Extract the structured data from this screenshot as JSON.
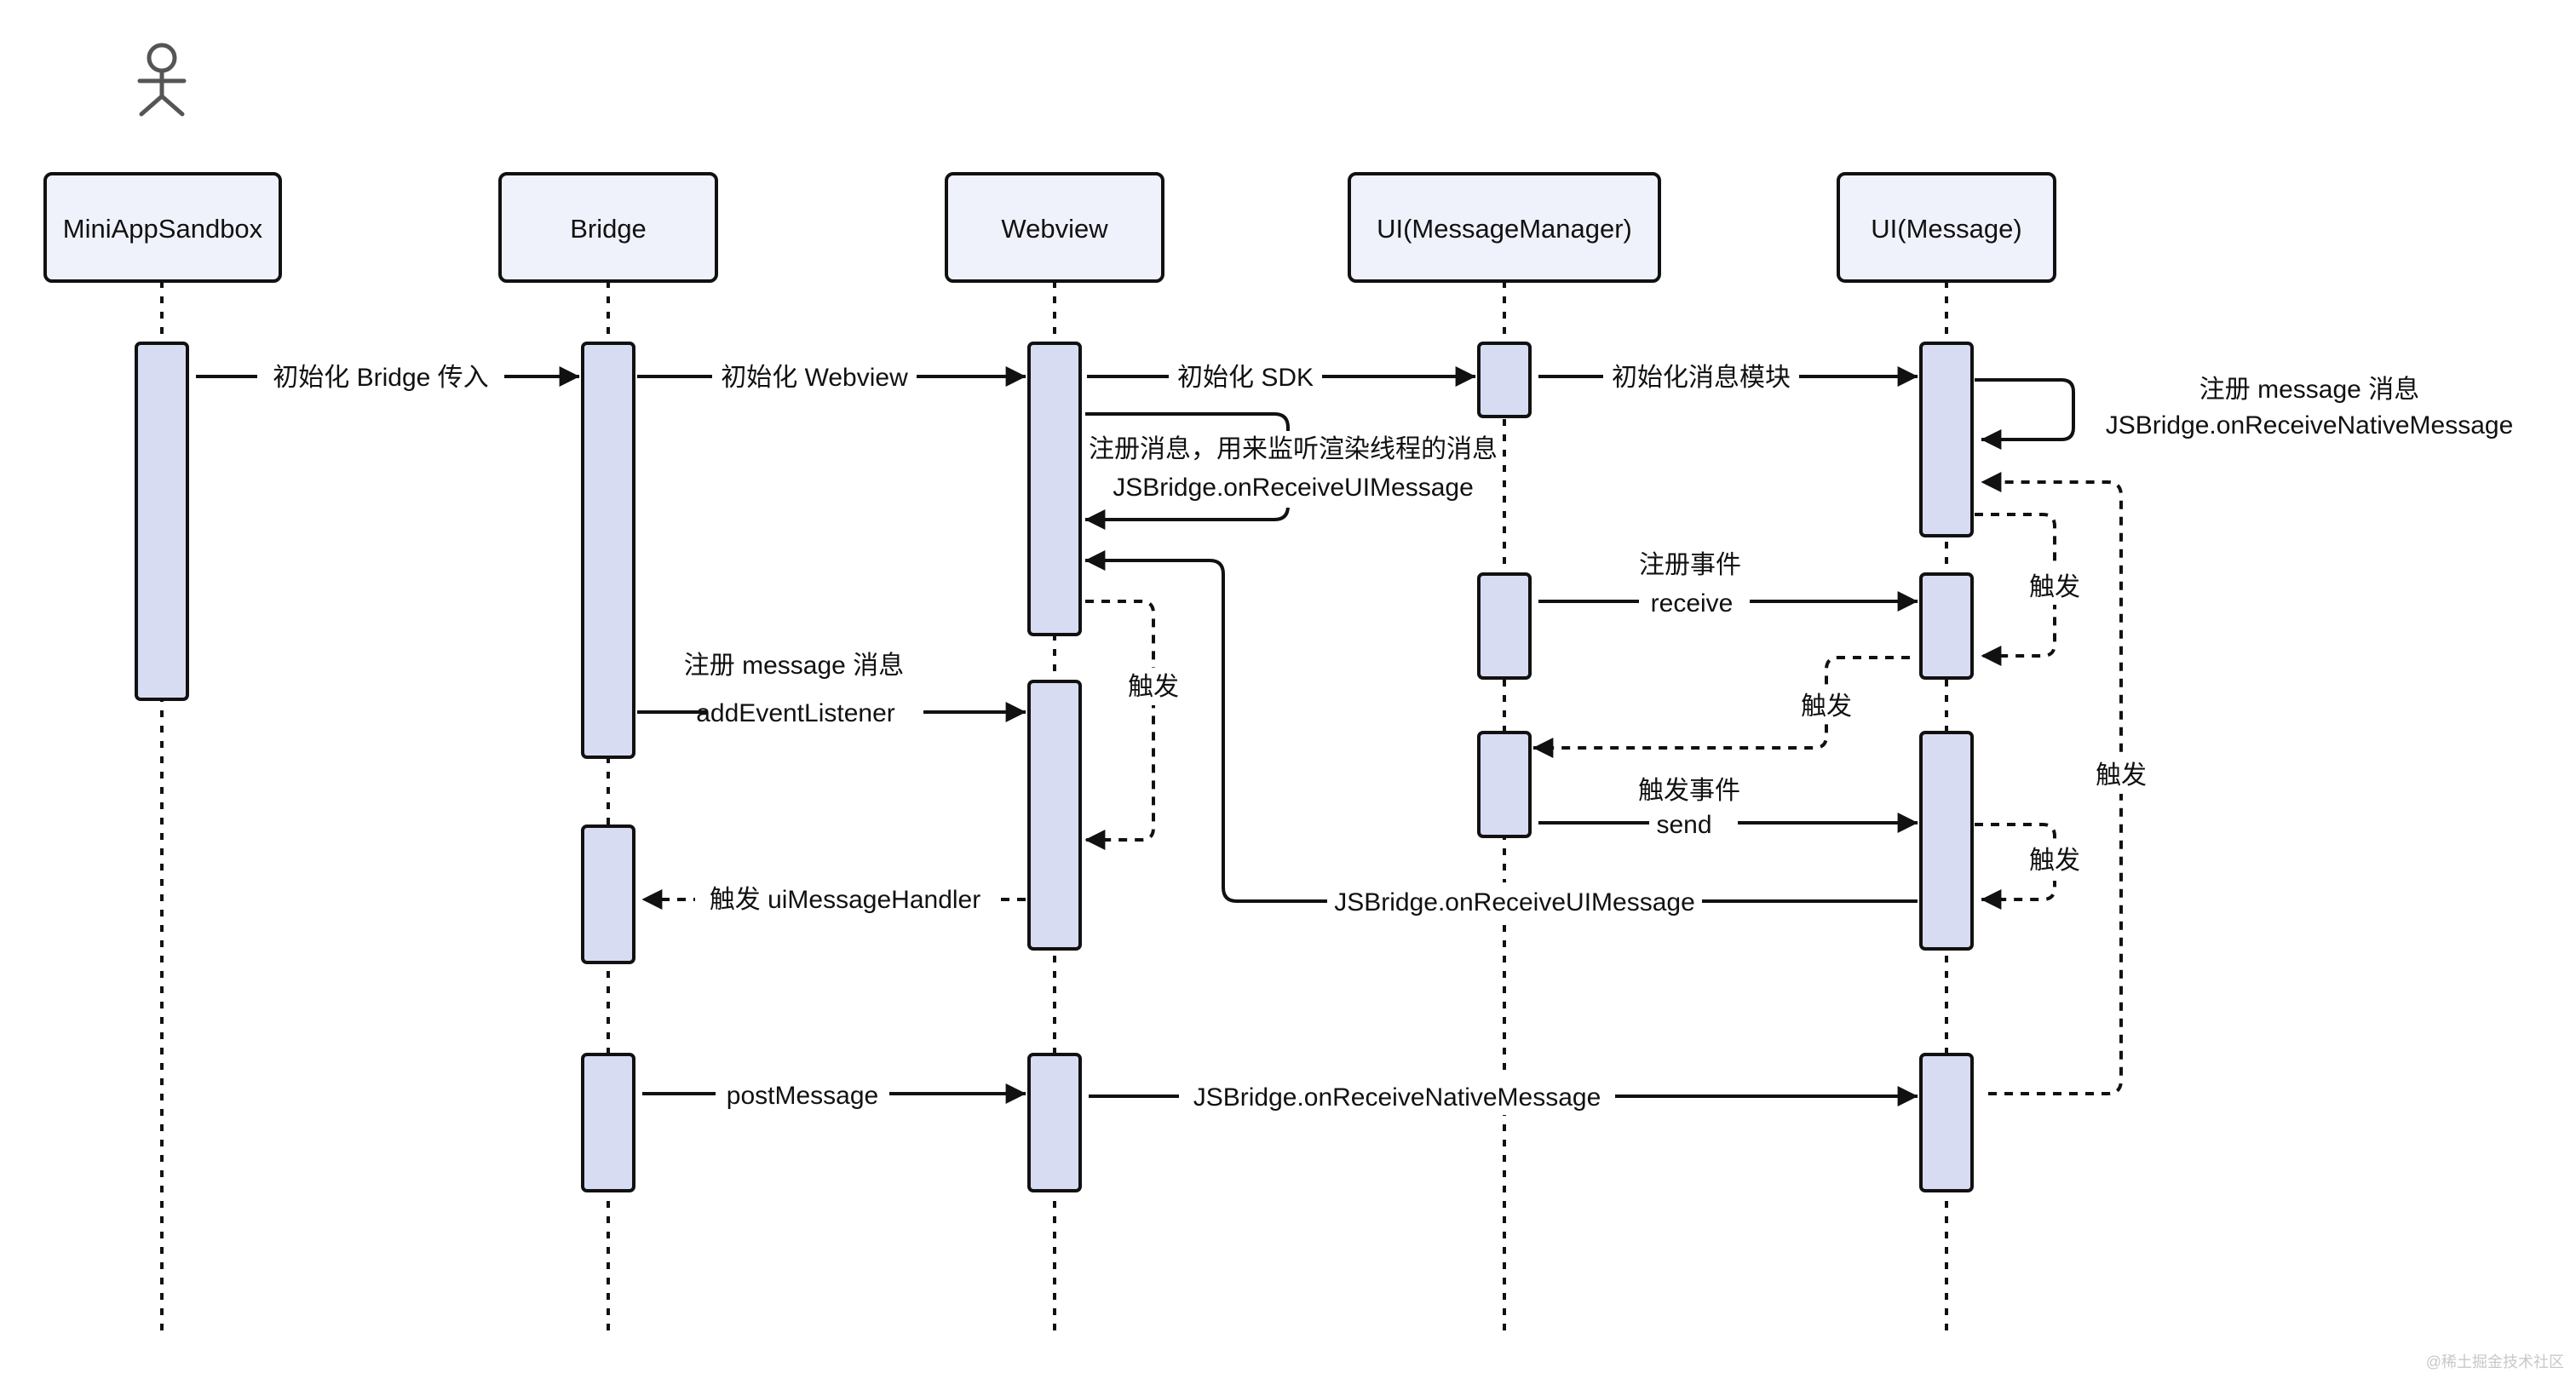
{
  "participants": [
    {
      "id": "sandbox",
      "label": "MiniAppSandbox"
    },
    {
      "id": "bridge",
      "label": "Bridge"
    },
    {
      "id": "webview",
      "label": "Webview"
    },
    {
      "id": "manager",
      "label": "UI(MessageManager)"
    },
    {
      "id": "message",
      "label": "UI(Message)"
    }
  ],
  "messages": {
    "init_bridge": "初始化 Bridge 传入",
    "init_webview": "初始化 Webview",
    "init_sdk": "初始化 SDK",
    "init_msg_module": "初始化消息模块",
    "reg_msg_native_1": "注册 message 消息",
    "reg_msg_native_2": "JSBridge.onReceiveNativeMessage",
    "reg_ui_msg_1": "注册消息，用来监听渲染线程的消息",
    "reg_ui_msg_2": "JSBridge.onReceiveUIMessage",
    "reg_event_1": "注册事件",
    "reg_event_2": "receive",
    "trigger_msg_self": "触发",
    "trigger_receive": "触发",
    "reg_listener_1": "注册 message 消息",
    "reg_listener_2": "addEventListener",
    "trigger_webview": "触发",
    "trigger_send_1": "触发事件",
    "trigger_send_2": "send",
    "trigger_msg_lower": "触发",
    "trigger_long": "触发",
    "trigger_handler": "触发 uiMessageHandler",
    "on_receive_ui": "JSBridge.onReceiveUIMessage",
    "post_message": "postMessage",
    "on_receive_native": "JSBridge.onReceiveNativeMessage"
  },
  "watermark": "@稀土掘金技术社区"
}
